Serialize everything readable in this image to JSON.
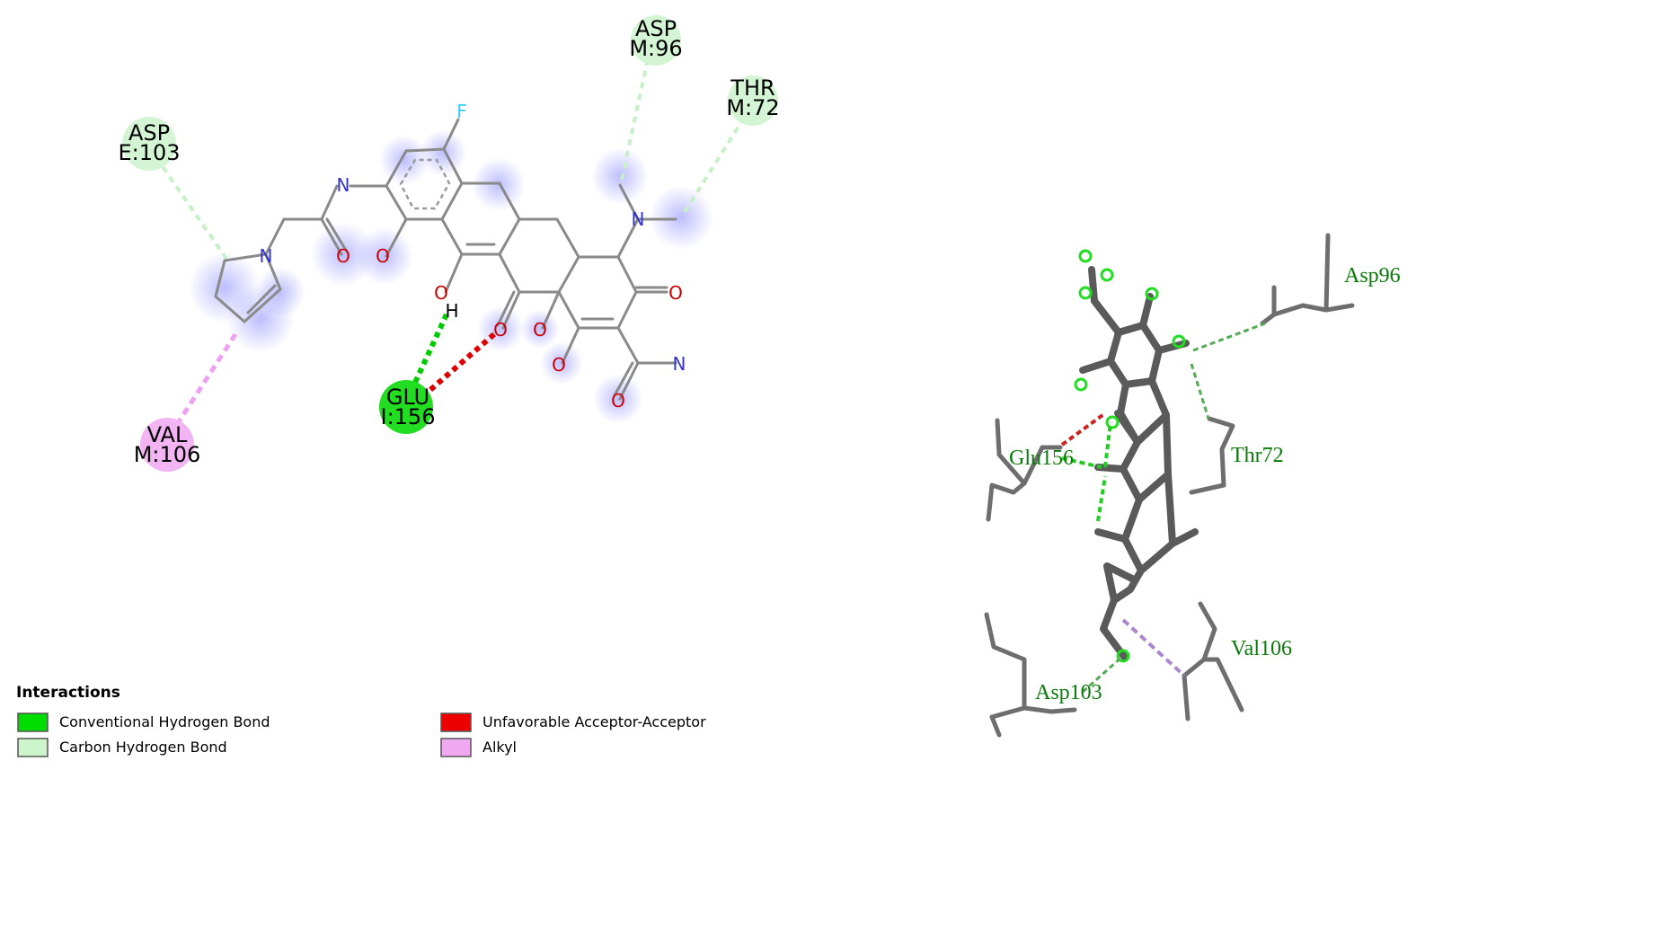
{
  "atoms": {
    "F": "F",
    "N": "N",
    "O": "O",
    "H": "H"
  },
  "residues": [
    {
      "id": "asp96",
      "line1": "ASP",
      "line2": "M:96",
      "type": "Carbon Hydrogen Bond",
      "color": "#d4f5d4"
    },
    {
      "id": "thr72",
      "line1": "THR",
      "line2": "M:72",
      "type": "Carbon Hydrogen Bond",
      "color": "#d4f5d4"
    },
    {
      "id": "asp103",
      "line1": "ASP",
      "line2": "E:103",
      "type": "Carbon Hydrogen Bond",
      "color": "#d4f5d4"
    },
    {
      "id": "glu156",
      "line1": "GLU",
      "line2": "I:156",
      "type": "Conventional Hydrogen Bond",
      "color": "#22dd22"
    },
    {
      "id": "val106",
      "line1": "VAL",
      "line2": "M:106",
      "type": "Alkyl",
      "color": "#f2b4f2"
    }
  ],
  "labels3d": [
    "Asp96",
    "Glu156",
    "Thr72",
    "Val106",
    "Asp103"
  ],
  "legend": {
    "title": "Interactions",
    "items": [
      {
        "label": "Conventional Hydrogen Bond",
        "color": "#00dd00"
      },
      {
        "label": "Carbon Hydrogen Bond",
        "color": "#ccf5cc"
      },
      {
        "label": "Unfavorable Acceptor-Acceptor",
        "color": "#ee0000"
      },
      {
        "label": "Alkyl",
        "color": "#f0a8f0"
      }
    ]
  },
  "colors": {
    "conventional_hbond": "#00cc00",
    "carbon_hbond": "#c8f0c8",
    "unfavorable": "#dd0000",
    "alkyl": "#f0a0f0",
    "oxygen": "#cc0000",
    "nitrogen": "#3333cc",
    "fluorine": "#33ccff",
    "halo": "#8888ff"
  }
}
